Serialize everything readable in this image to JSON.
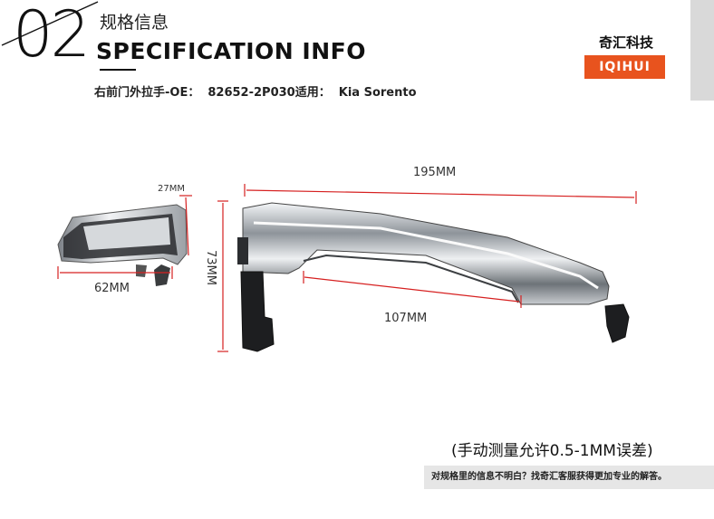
{
  "header": {
    "number": "02",
    "subtitle_cn": "规格信息",
    "title_en": "SPECIFICATION INFO",
    "product_line": "右前门外拉手-OE：  82652-2P030适用：  Kia Sorento"
  },
  "brand": {
    "name_cn": "奇汇科技",
    "name_en": "IQIHUI",
    "accent_color": "#e8531e"
  },
  "dimensions": {
    "width_small": "27MM",
    "depth": "62MM",
    "height": "73MM",
    "length": "195MM",
    "grip_length": "107MM",
    "dimension_color": "#d62020"
  },
  "notes": {
    "measurement_note": "(手动测量允许0.5-1MM误差)",
    "footer": "对规格里的信息不明白？找奇汇客服获得更加专业的解答。"
  }
}
